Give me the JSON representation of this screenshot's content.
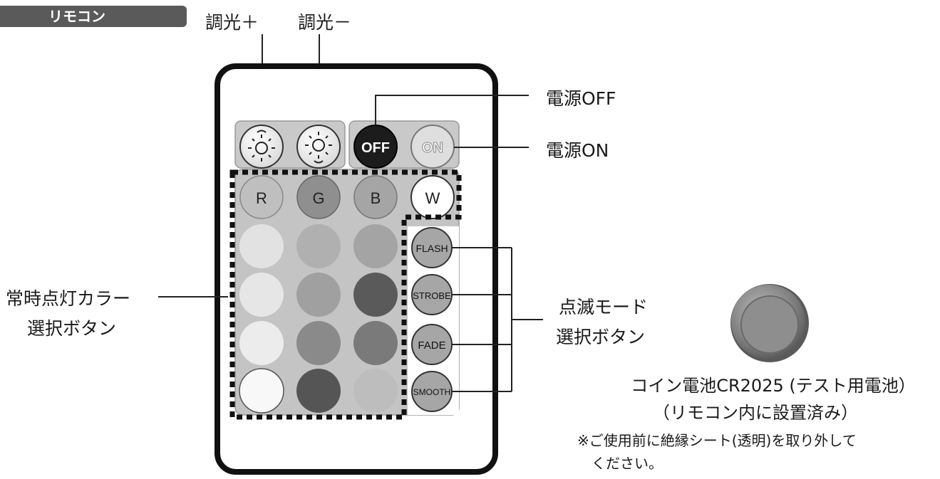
{
  "header": {
    "tag": "リモコン"
  },
  "labels": {
    "dim_up": "調光＋",
    "dim_down": "調光－",
    "power_off": "電源OFF",
    "power_on": "電源ON",
    "constant_color_line1": "常時点灯カラー",
    "constant_color_line2": "選択ボタン",
    "mode_line1": "点滅モード",
    "mode_line2": "選択ボタン"
  },
  "remote": {
    "top_buttons": [
      "OFF",
      "ON"
    ],
    "rgbw": [
      "R",
      "G",
      "B",
      "W"
    ],
    "modes": [
      "FLASH",
      "STROBE",
      "FADE",
      "SMOOTH"
    ]
  },
  "battery": {
    "caption_line1": "コイン電池CR2025 (テスト用電池）",
    "caption_line2": "（リモコン内に設置済み）",
    "note_line1": "※ご使用前に絶縁シート(透明)を取り外して",
    "note_line2": "ください。"
  },
  "colors": {
    "brand_tag": "#5a5a5a",
    "remote_body": "#ffffff",
    "button_panel": "#c8c8c8"
  }
}
